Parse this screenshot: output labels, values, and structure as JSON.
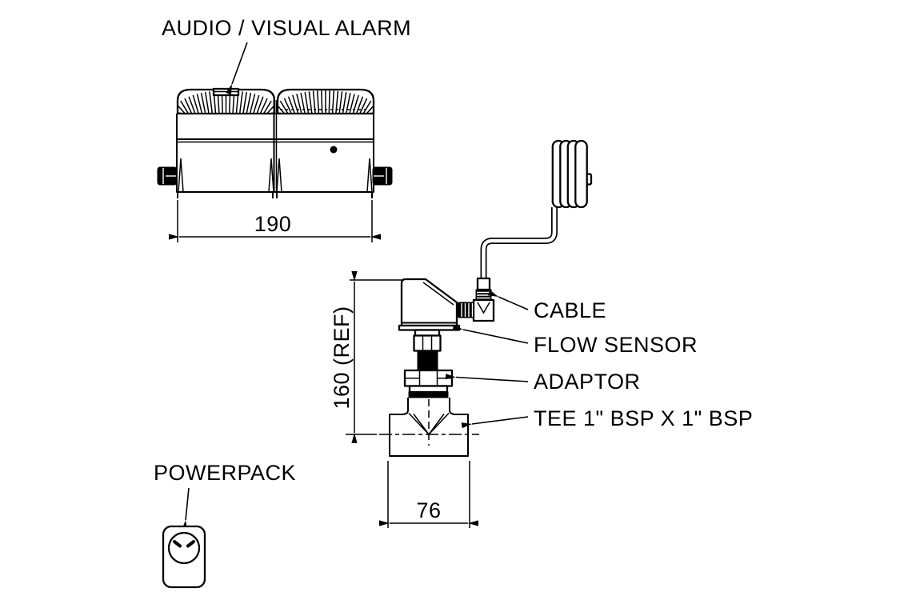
{
  "drawing": {
    "background": "#ffffff",
    "line_color": "#000000",
    "labels": {
      "audio_visual_alarm": "AUDIO / VISUAL ALARM",
      "cable": "CABLE",
      "flow_sensor": "FLOW SENSOR",
      "adaptor": "ADAPTOR",
      "tee": "TEE 1\" BSP X 1\" BSP",
      "powerpack": "POWERPACK"
    },
    "dimensions": {
      "alarm_width": "190",
      "assembly_height": "160 (REF)",
      "tee_width": "76"
    }
  }
}
